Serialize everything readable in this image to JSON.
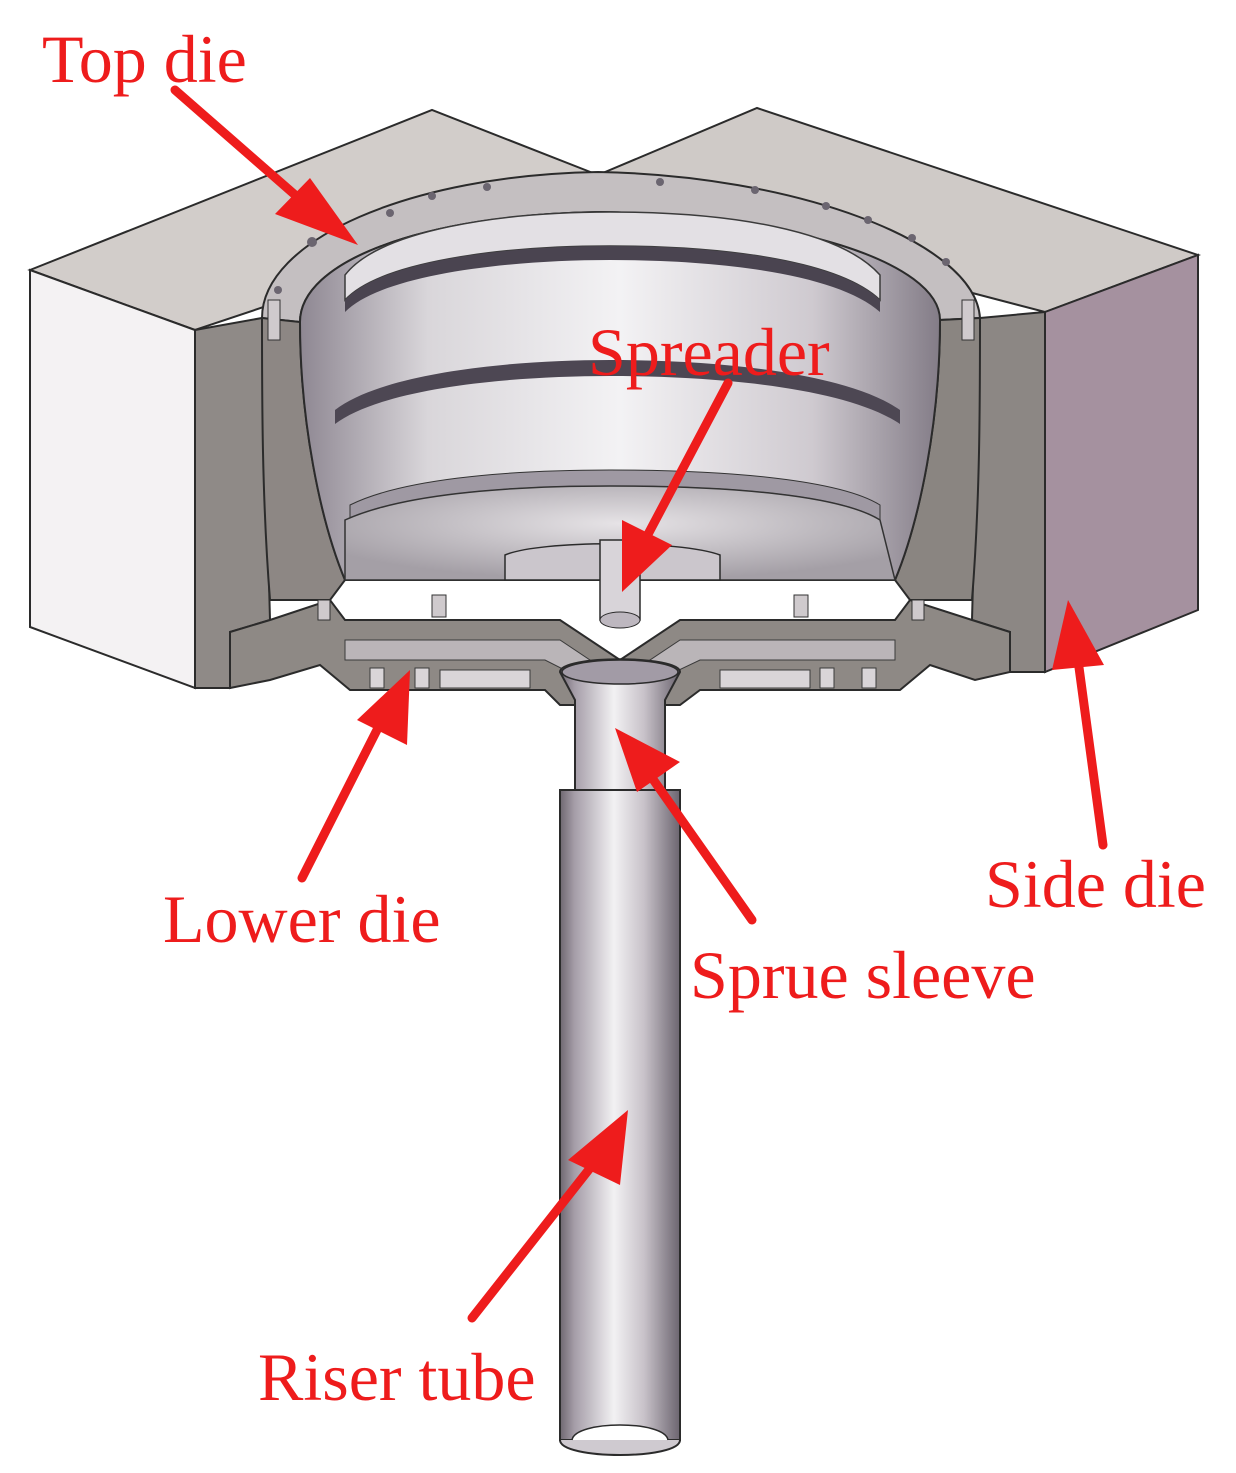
{
  "colors": {
    "annotation": "#ee1c1c",
    "block_face": "#cdc8c5",
    "block_left": "#f4f2f3",
    "block_right": "#a5919f",
    "section_cut": "#8f8a87",
    "metal_light": "#ececef",
    "metal_dark": "#7d7680"
  },
  "labels": {
    "top_die": "Top die",
    "spreader": "Spreader",
    "lower_die": "Lower die",
    "side_die": "Side die",
    "sprue_sleeve": "Sprue sleeve",
    "riser_tube": "Riser tube"
  }
}
